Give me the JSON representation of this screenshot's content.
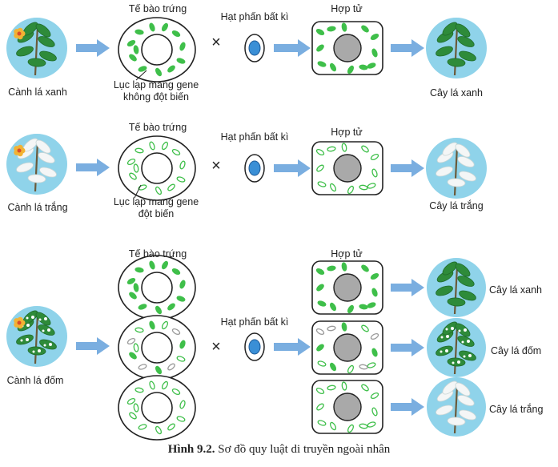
{
  "colors": {
    "leaf_green": "#2e8b3a",
    "chloroplast_green": "#3fbf4a",
    "circle_bg": "#8fd3ea",
    "arrow_blue": "#7aaee0",
    "nucleus_blue": "#3a8fd6",
    "zygote_nucleus": "#a9a9a9"
  },
  "rows": [
    {
      "parent_label": "Cành lá xanh",
      "parent_leaf": "green",
      "egg_title": "Tế bào trứng",
      "egg_note": [
        "Lục lạp mang gene",
        "không đột biến"
      ],
      "pollen_label": "Hạt phấn bất kì",
      "zygote_title": "Hợp tử",
      "offspring": [
        {
          "label": "Cây lá xanh",
          "leaf": "green"
        }
      ]
    },
    {
      "parent_label": "Cành lá trắng",
      "parent_leaf": "white",
      "egg_title": "Tế bào trứng",
      "egg_note": [
        "Lục lạp mang gene",
        "đột biến"
      ],
      "pollen_label": "Hạt phấn bất kì",
      "zygote_title": "Hợp tử",
      "offspring": [
        {
          "label": "Cây lá trắng",
          "leaf": "white"
        }
      ]
    },
    {
      "parent_label": "Cành lá đốm",
      "parent_leaf": "spotted",
      "egg_title": "Tế bào trứng",
      "egg_note": [],
      "pollen_label": "Hạt phấn bất kì",
      "zygote_title": "Hợp tử",
      "offspring": [
        {
          "label": "Cây lá xanh",
          "leaf": "green"
        },
        {
          "label": "Cây lá đốm",
          "leaf": "spotted"
        },
        {
          "label": "Cây lá trắng",
          "leaf": "white"
        }
      ]
    }
  ],
  "cross_symbol": "×",
  "caption": {
    "number": "Hình 9.2.",
    "text": "Sơ đồ quy luật di truyền ngoài nhân"
  }
}
